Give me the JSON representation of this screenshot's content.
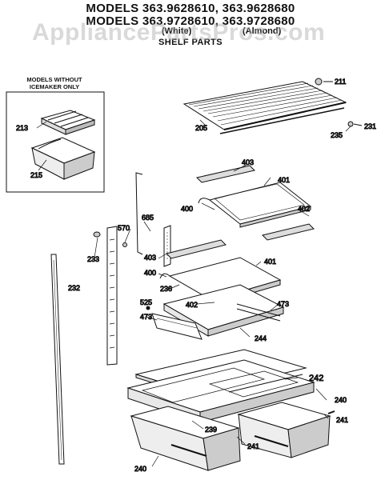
{
  "header": {
    "line1": "MODELS 363.9628610, 363.9628680",
    "line2": "MODELS 363.9728610, 363.9728680",
    "variant_left": "(White)",
    "variant_right": "(Almond)",
    "section": "SHELF PARTS"
  },
  "watermark": "AppliancePartsPros.com",
  "inset": {
    "title_line1": "MODELS WITHOUT",
    "title_line2": "ICEMAKER ONLY"
  },
  "callouts": {
    "p211": "211",
    "p205": "205",
    "p235": "235",
    "p231": "231",
    "p213": "213",
    "p215": "215",
    "p403a": "403",
    "p401a": "401",
    "p400a": "400",
    "p402a": "402",
    "p685": "685",
    "p570": "570",
    "p233": "233",
    "p403b": "403",
    "p401b": "401",
    "p400b": "400",
    "p236": "236",
    "p232": "232",
    "p525": "525",
    "p473a": "473",
    "p402b": "402",
    "p473b": "473",
    "p244": "244",
    "p242": "242",
    "p240a": "240",
    "p241a": "241",
    "p239": "239",
    "p241b": "241",
    "p240b": "240"
  },
  "colors": {
    "ink": "#111111",
    "watermark": "#aaaaaa"
  }
}
